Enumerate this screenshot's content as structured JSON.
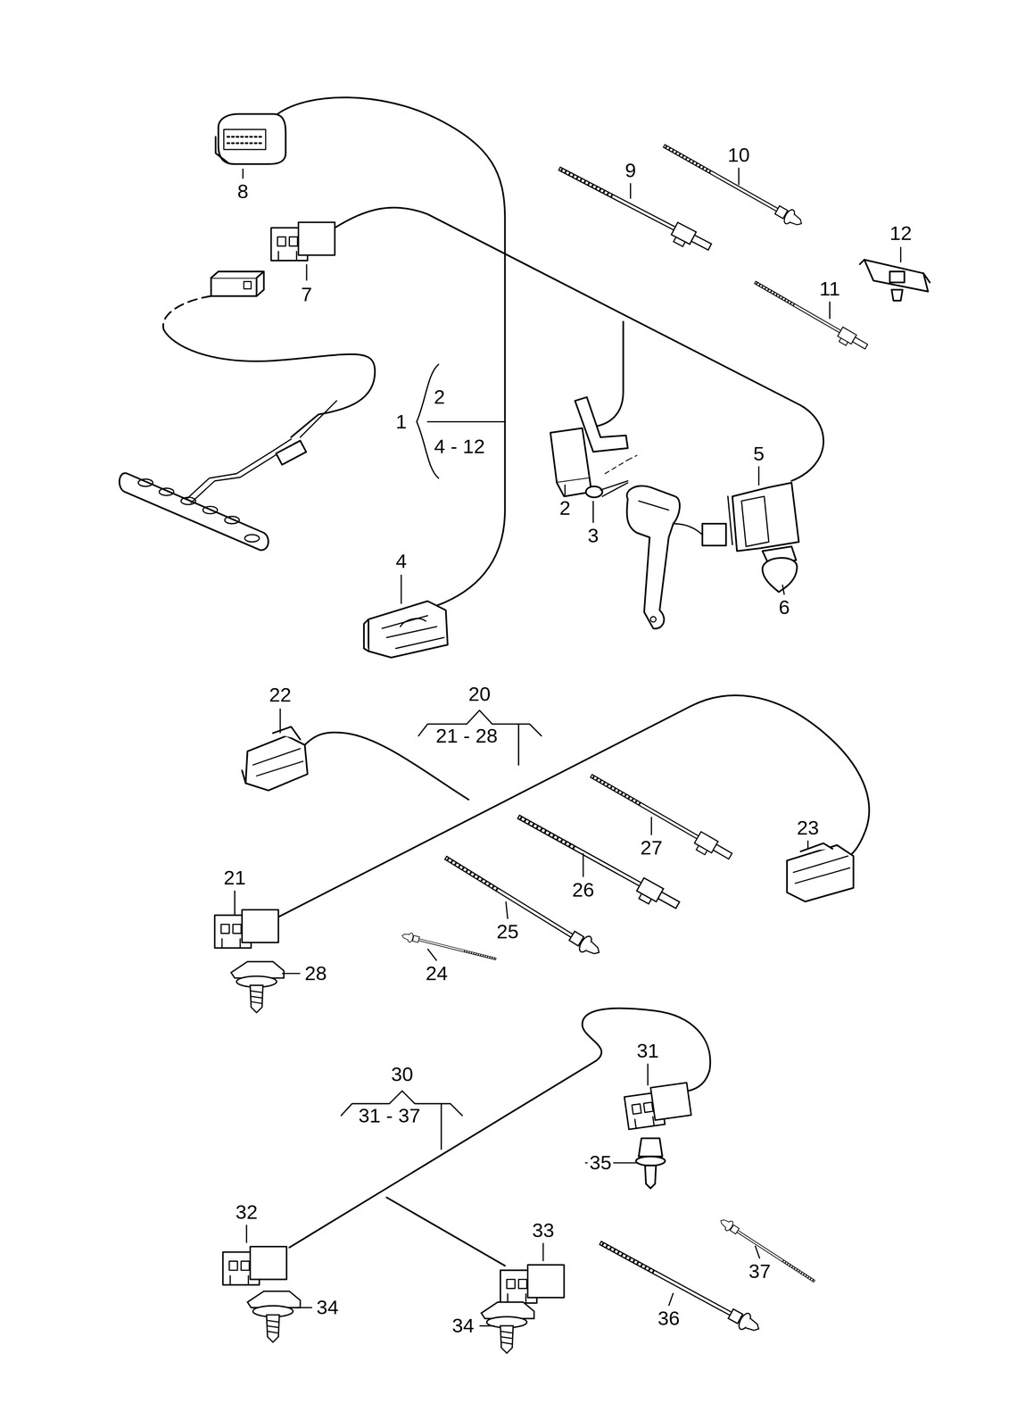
{
  "diagram": {
    "labels": [
      "8",
      "10",
      "9",
      "12",
      "7",
      "11",
      "1",
      "2",
      "4 - 12",
      "5",
      "2",
      "3",
      "4",
      "6",
      "22",
      "20",
      "21 - 28",
      "23",
      "27",
      "26",
      "21",
      "25",
      "28",
      "24",
      "31",
      "30",
      "31 - 37",
      "35",
      "32",
      "33",
      "34",
      "37",
      "36",
      "34"
    ]
  }
}
